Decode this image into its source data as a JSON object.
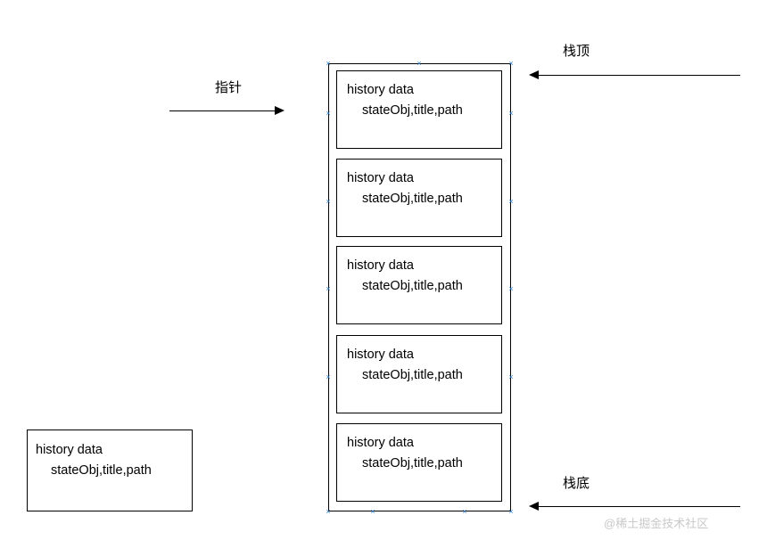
{
  "diagram": {
    "labels": {
      "pointer": "指针",
      "stack_top": "栈顶",
      "stack_bottom": "栈底"
    },
    "stack_items": [
      {
        "line1": "history data",
        "line2": "stateObj,title,path"
      },
      {
        "line1": "history data",
        "line2": "stateObj,title,path"
      },
      {
        "line1": "history data",
        "line2": "stateObj,title,path"
      },
      {
        "line1": "history data",
        "line2": "stateObj,title,path"
      },
      {
        "line1": "history data",
        "line2": "stateObj,title,path"
      }
    ],
    "detached_item": {
      "line1": "history data",
      "line2": "stateObj,title,path"
    },
    "watermark": "@稀土掘金技术社区",
    "colors": {
      "stroke": "#000000",
      "background": "#ffffff",
      "handle": "#2f7fd1",
      "watermark": "#c9c9c9"
    }
  }
}
